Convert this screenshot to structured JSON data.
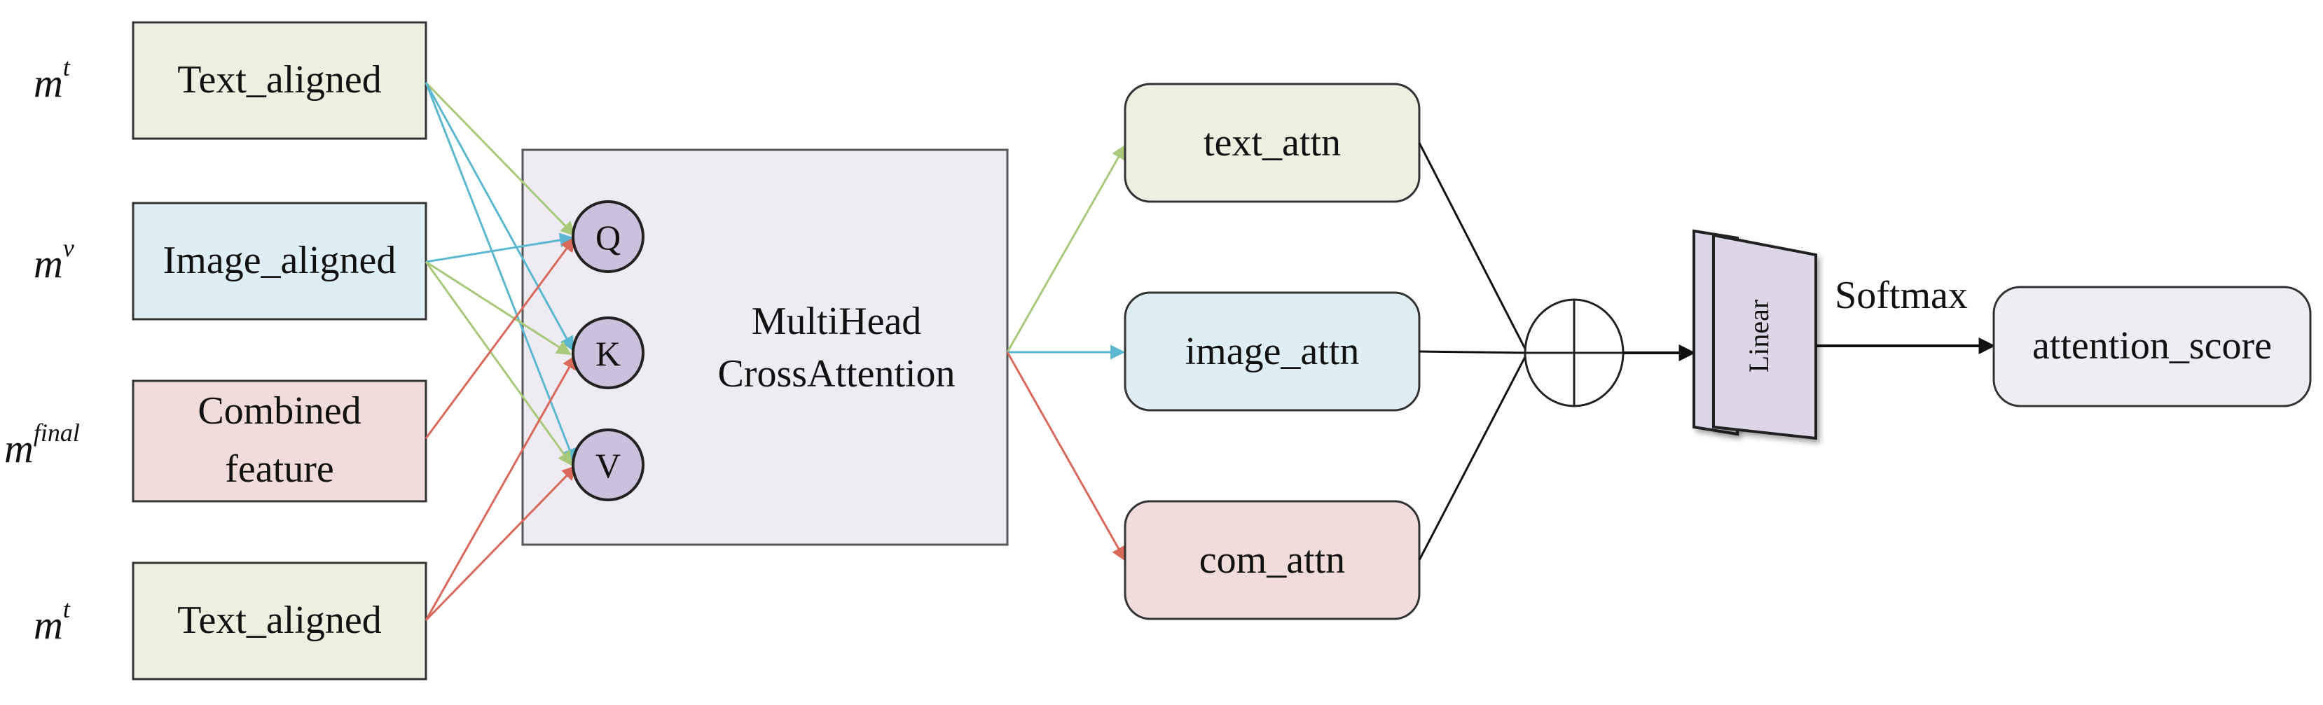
{
  "side_labels": [
    {
      "base": "m",
      "sup": "t"
    },
    {
      "base": "m",
      "sup": "v"
    },
    {
      "base": "m",
      "sup": "final"
    },
    {
      "base": "m",
      "sup": "t"
    }
  ],
  "inputs": [
    {
      "lines": [
        "Text_aligned"
      ]
    },
    {
      "lines": [
        "Image_aligned"
      ]
    },
    {
      "lines": [
        "Combined",
        "feature"
      ]
    },
    {
      "lines": [
        "Text_aligned"
      ]
    }
  ],
  "attention": {
    "title_lines": [
      "MultiHead",
      "CrossAttention"
    ],
    "ports": [
      "Q",
      "K",
      "V"
    ]
  },
  "outputs": [
    {
      "label": "text_attn"
    },
    {
      "label": "image_attn"
    },
    {
      "label": "com_attn"
    }
  ],
  "fusion_symbol": "sum-circle",
  "linear_label": "Linear",
  "softmax_label": "Softmax",
  "result_label": "attention_score",
  "colors": {
    "text": "#a9c97a",
    "image": "#5bb8d0",
    "combined": "#d9695a",
    "text_fill": "#ebf1de",
    "image_fill": "#deeef5",
    "combined_fill": "#f2dcdb",
    "attention_fill": "#eeebf2",
    "port_fill": "#ccc1dc",
    "linear_fill": "#ddd6e8",
    "result_fill": "#efedf3"
  }
}
